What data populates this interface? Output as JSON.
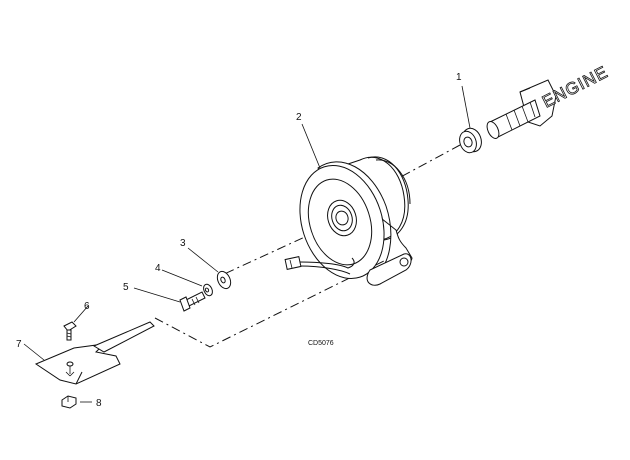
{
  "callouts": {
    "c1": "1",
    "c2": "2",
    "c3": "3",
    "c4": "4",
    "c5": "5",
    "c6": "6",
    "c7": "7",
    "c8": "8"
  },
  "engine_label": "ENGINE",
  "figure_code": "CD5076"
}
